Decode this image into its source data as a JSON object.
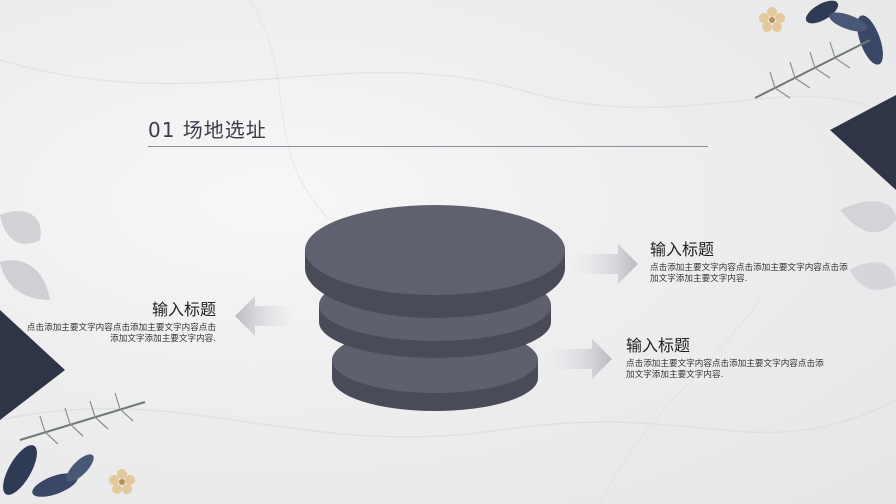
{
  "slide": {
    "title": "01  场地选址",
    "blocks": [
      {
        "heading": "输入标题",
        "body": "点击添加主要文字内容点击添加主要文字内容点击添加文字添加主要文字内容."
      },
      {
        "heading": "输入标题",
        "body": "点击添加主要文字内容点击添加主要文字内容点击添加文字添加主要文字内容."
      },
      {
        "heading": "输入标题",
        "body": "点击添加主要文字内容点击添加主要文字内容点击添加文字添加主要文字内容."
      }
    ]
  },
  "colors": {
    "disc_top": "#5f606e",
    "disc_side": "#4a4b58",
    "arrow": "#cfcfd6",
    "navy": "#2f3447",
    "gold": "#e2c89a"
  }
}
